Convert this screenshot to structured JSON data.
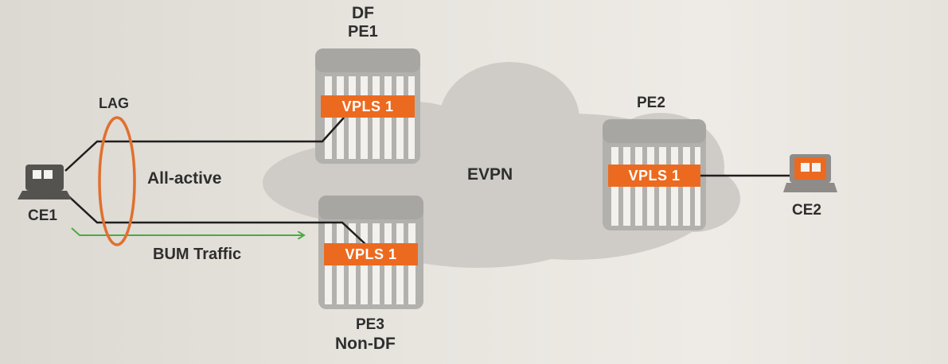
{
  "labels": {
    "df": "DF",
    "pe1": "PE1",
    "pe2": "PE2",
    "pe3": "PE3",
    "non_df": "Non-DF",
    "lag": "LAG",
    "all_active": "All-active",
    "evpn": "EVPN",
    "ce1": "CE1",
    "ce2": "CE2",
    "bum_traffic": "BUM Traffic"
  },
  "vpls": {
    "pe1": "VPLS 1",
    "pe2": "VPLS 1",
    "pe3": "VPLS 1"
  },
  "icons": [
    "router-pe1-icon",
    "router-pe2-icon",
    "router-pe3-icon",
    "ce1-computer-icon",
    "ce2-computer-icon",
    "evpn-cloud-icon",
    "lag-ellipse-icon",
    "bum-arrow-icon"
  ],
  "colors": {
    "accent": "#ec6a1f",
    "router": "#b3b1ae",
    "cloud": "#cfccc8",
    "link": "#1e1e1e",
    "bum_arrow": "#4caa45",
    "text": "#2e2e2e"
  }
}
